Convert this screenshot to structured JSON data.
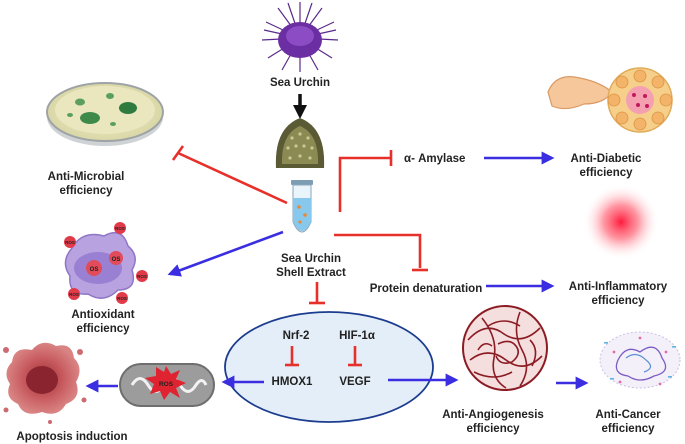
{
  "labels": {
    "sea_urchin": "Sea Urchin",
    "shell_extract_1": "Sea Urchin",
    "shell_extract_2": "Shell Extract",
    "anti_microbial_1": "Anti-Microbial",
    "anti_microbial_2": "efficiency",
    "antioxidant_1": "Antioxidant",
    "antioxidant_2": "efficiency",
    "alpha_amylase": "α- Amylase",
    "anti_diabetic_1": "Anti-Diabetic",
    "anti_diabetic_2": "efficiency",
    "protein_denaturation": "Protein denaturation",
    "anti_inflammatory_1": "Anti-Inflammatory",
    "anti_inflammatory_2": "efficiency",
    "nrf2": "Nrf-2",
    "hif1a": "HIF-1α",
    "hmox1": "HMOX1",
    "vegf": "VEGF",
    "ros_mito": "ROS",
    "apoptosis": "Apoptosis induction",
    "anti_angio_1": "Anti-Angiogenesis",
    "anti_angio_2": "efficiency",
    "anti_cancer_1": "Anti-Cancer",
    "anti_cancer_2": "efficiency",
    "os1": "OS",
    "os2": "OS",
    "ros_a": "ROS",
    "ros_b": "ROS",
    "ros_c": "ROS",
    "ros_d": "ROS",
    "ros_e": "ROS"
  },
  "colors": {
    "inhibit": "#e8302a",
    "activate": "#3a2ee0",
    "ellipse_fill": "#e4eef9",
    "ellipse_stroke": "#1c3d8f"
  }
}
